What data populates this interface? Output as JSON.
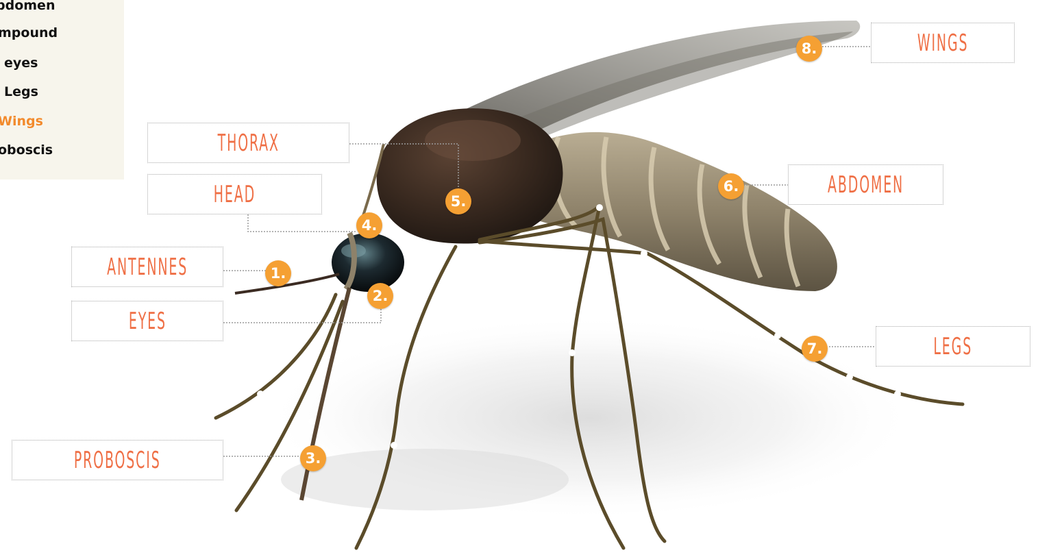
{
  "sidebar": {
    "items": [
      {
        "label": "bdomen",
        "active": false
      },
      {
        "label": "mpound",
        "active": false
      },
      {
        "label": "eyes",
        "active": false
      },
      {
        "label": "Legs",
        "active": false
      },
      {
        "label": "Wings",
        "active": true
      },
      {
        "label": "oboscis",
        "active": false
      }
    ]
  },
  "diagram": {
    "labels": {
      "wings": "WINGS",
      "thorax": "THORAX",
      "head": "HEAD",
      "abdomen": "ABDOMEN",
      "antennes": "ANTENNES",
      "eyes": "EYES",
      "legs": "LEGS",
      "proboscis": "PROBOSCIS"
    },
    "badges": {
      "antennes": "1.",
      "eyes": "2.",
      "proboscis": "3.",
      "head": "4.",
      "thorax": "5.",
      "abdomen": "6.",
      "legs": "7.",
      "wings": "8."
    },
    "colors": {
      "label_text": "#ef6f45",
      "badge": "#f5a033",
      "active_item": "#f28a2c",
      "sidebar_bg": "#f7f5ec"
    }
  }
}
